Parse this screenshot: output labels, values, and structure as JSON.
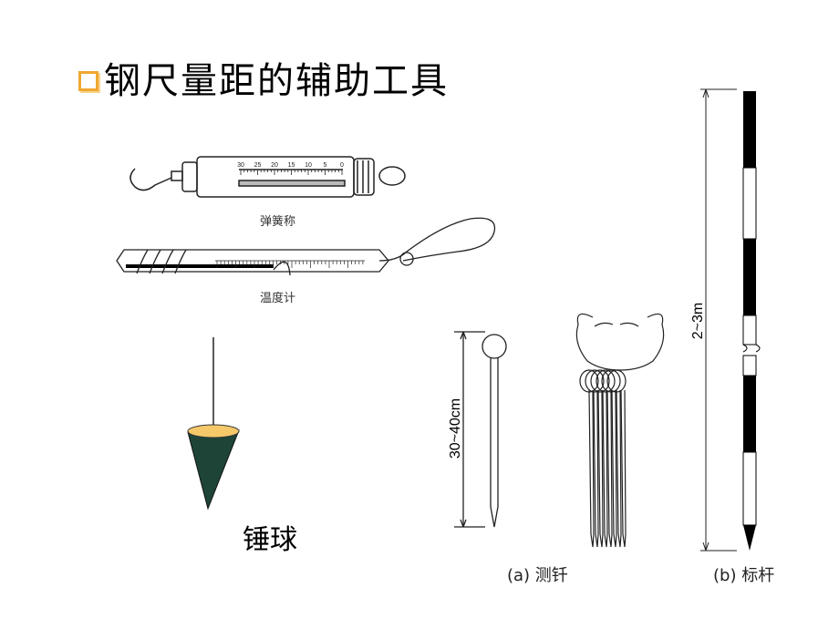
{
  "slide": {
    "title": "钢尺量距的辅助工具"
  },
  "labels": {
    "spring_scale": "弹簧称",
    "thermometer": "温度计",
    "plumb_bob": "锤球",
    "pin_length": "30~40cm",
    "pin_caption": "(a) 测钎",
    "pole_length": "2~3m",
    "pole_caption": "(b) 标杆"
  },
  "spring_scale_ticks": [
    "30",
    "25",
    "20",
    "15",
    "10",
    "5",
    "0"
  ],
  "colors": {
    "bullet": "#f0a830",
    "plumb_bob_body": "#1e4438",
    "plumb_bob_top": "#f5c86a",
    "pole_dark": "#000000"
  },
  "icons": {
    "bullet": "hollow-square-bullet"
  }
}
